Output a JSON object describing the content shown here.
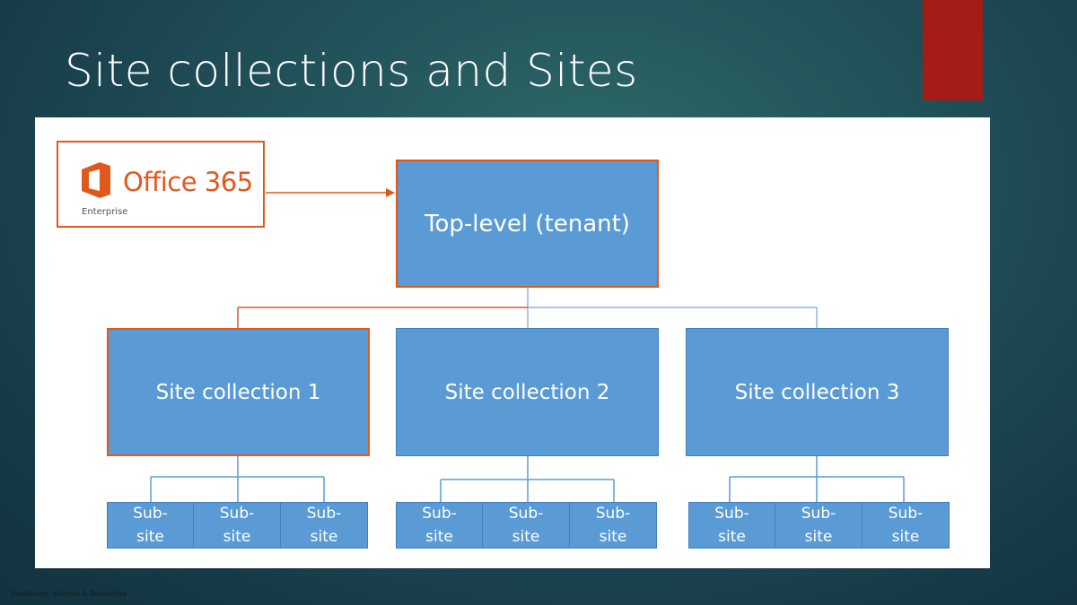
{
  "slide": {
    "title": "Site collections and Sites",
    "sensitivity_label": "Sensitivity: Internal & Restricted"
  },
  "colors": {
    "accent_red": "#a51c17",
    "office_orange": "#e0581b",
    "node_blue": "#5b9bd5",
    "connector_blue": "#5b9bd5"
  },
  "logo": {
    "icon": "office-logo-icon",
    "name": "Office 365",
    "subtitle": "Enterprise"
  },
  "diagram": {
    "top_node": "Top-level (tenant)",
    "site_collections": [
      {
        "label": "Site collection 1",
        "highlighted": true,
        "subsites": [
          "Sub-\nsite",
          "Sub-\nsite",
          "Sub-\nsite"
        ]
      },
      {
        "label": "Site collection 2",
        "highlighted": false,
        "subsites": [
          "Sub-\nsite",
          "Sub-\nsite",
          "Sub-\nsite"
        ]
      },
      {
        "label": "Site collection 3",
        "highlighted": false,
        "subsites": [
          "Sub-\nsite",
          "Sub-\nsite",
          "Sub-\nsite"
        ]
      }
    ]
  }
}
